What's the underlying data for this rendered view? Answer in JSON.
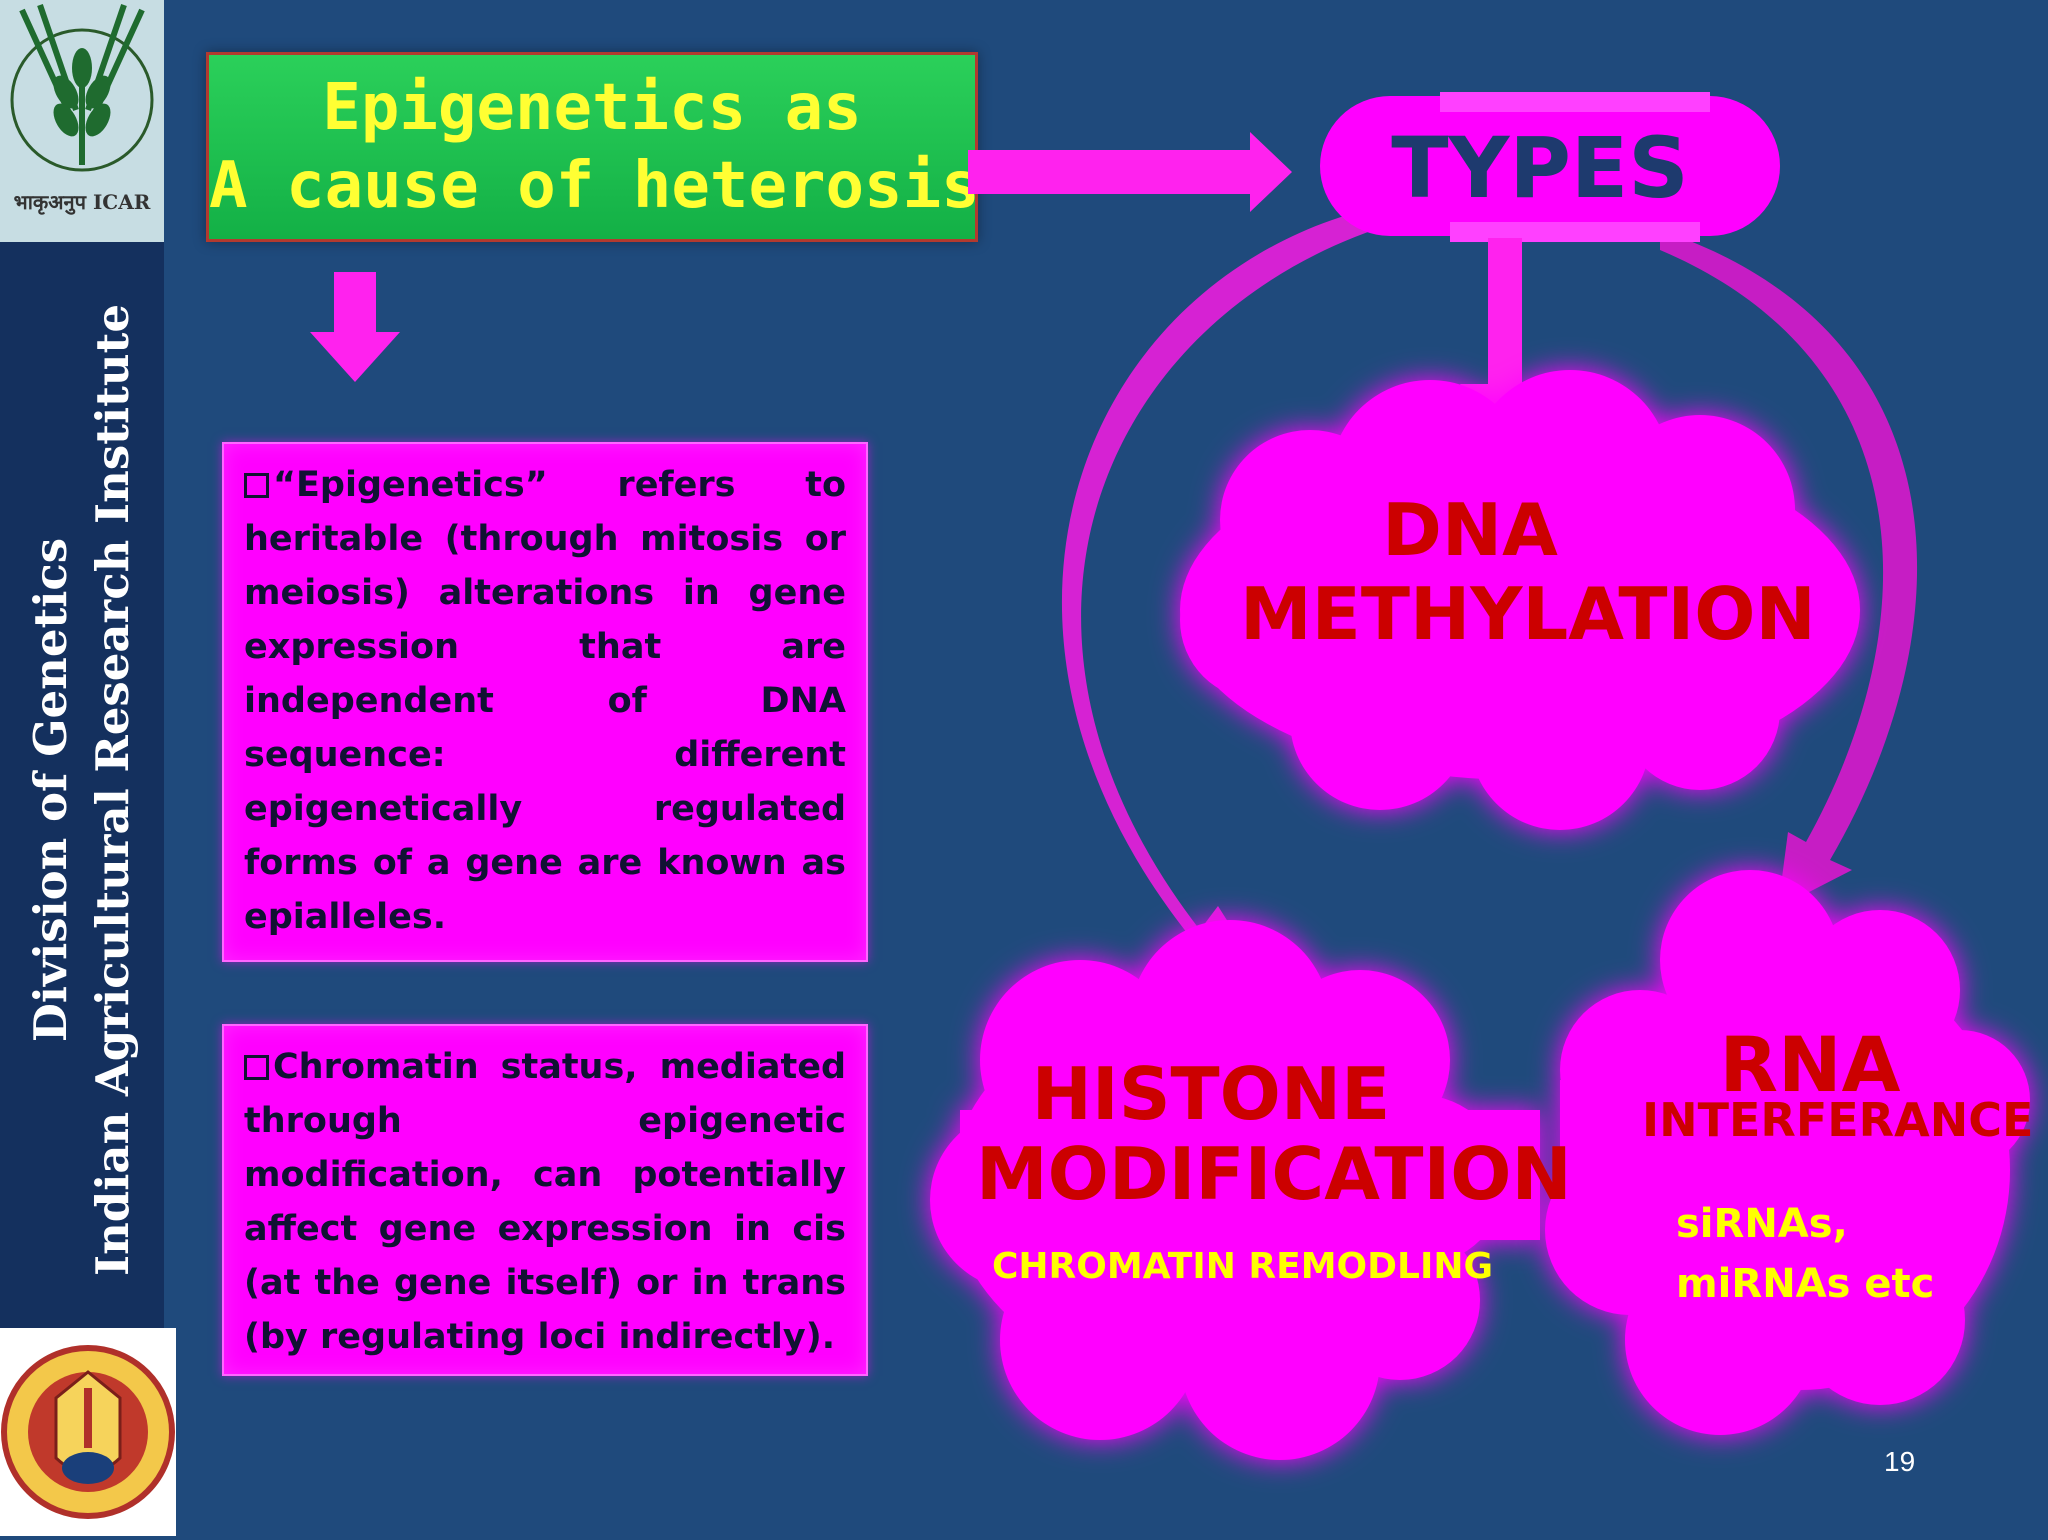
{
  "slide": {
    "number": "19",
    "colors": {
      "background": "#1f4a7c",
      "magenta": "#ff00ff",
      "title_green": "#1cc04f",
      "title_text": "#ffff33",
      "red_text": "#cc0000",
      "navy_text": "#1e3a6e",
      "yellow_text": "#ffff00"
    }
  },
  "sidebar": {
    "logo_top_text": "भाकृअनुप ICAR",
    "vertical_lines": [
      "Division of Genetics",
      "Indian Agricultural Research Institute"
    ],
    "logo_bottom_name": "iari-emblem"
  },
  "title": {
    "line1": "Epigenetics  as",
    "line2": "A cause of heterosis"
  },
  "boxes": [
    {
      "text": "“Epigenetics” refers to heritable (through mitosis or meiosis) alterations in gene expression that are independent of DNA sequence: different epigenetically regulated forms of a gene are known as epialleles."
    },
    {
      "text": "Chromatin status, mediated through epigenetic modification, can potentially affect gene expression in cis (at the gene itself) or in trans (by regulating loci indirectly)."
    }
  ],
  "diagram": {
    "types_label": "TYPES",
    "dna": {
      "line1": "DNA",
      "line2": "METHYLATION"
    },
    "histone": {
      "line1": "HISTONE",
      "line2": "MODIFICATION",
      "sub": "CHROMATIN REMODLING"
    },
    "rna": {
      "line1": "RNA",
      "line2": "INTERFERANCE",
      "sub1": "siRNAs,",
      "sub2": "miRNAs etc"
    }
  }
}
